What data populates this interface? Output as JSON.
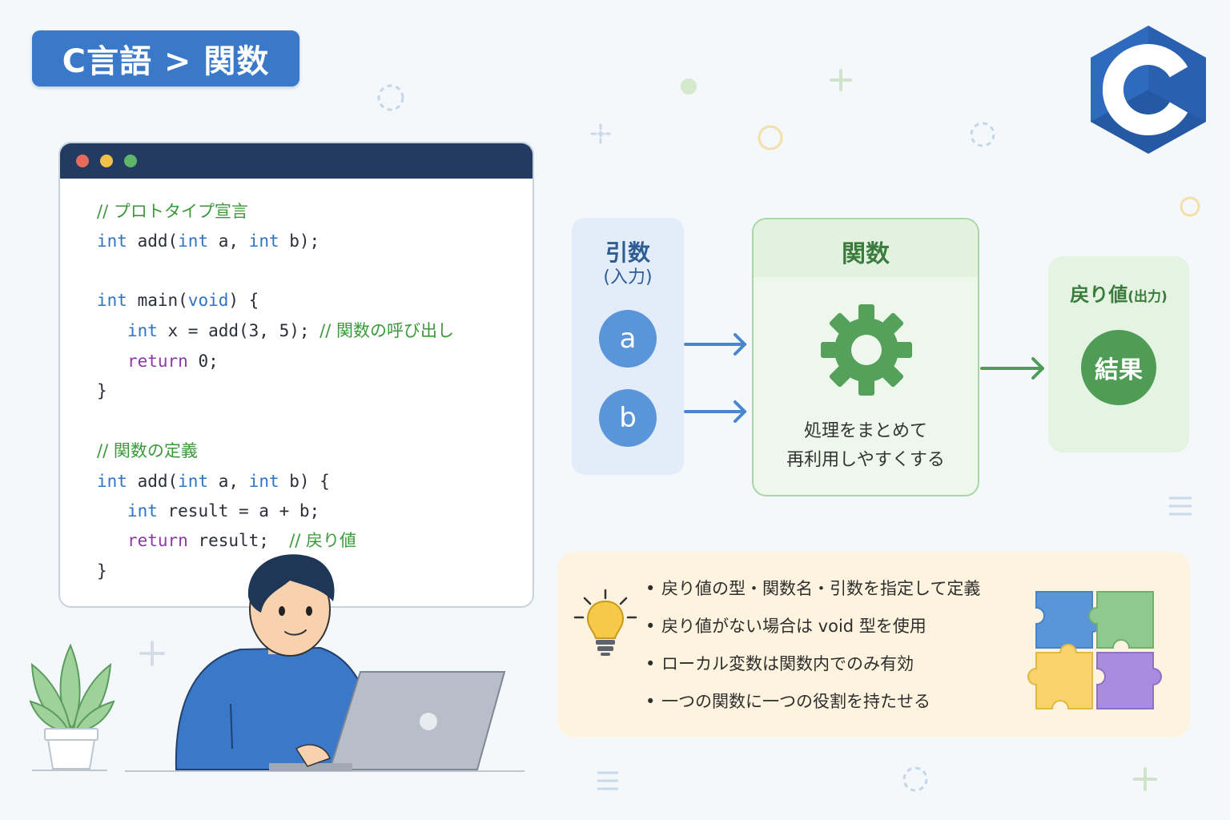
{
  "title": "C言語 > 関数",
  "logo": {
    "letter": "C",
    "color": "#2e6bbf"
  },
  "code": {
    "lines": [
      [
        {
          "t": "// プロトタイプ宣言",
          "c": "cm"
        }
      ],
      [
        {
          "t": "int",
          "c": "kw"
        },
        {
          "t": " add("
        },
        {
          "t": "int",
          "c": "kw"
        },
        {
          "t": " a, "
        },
        {
          "t": "int",
          "c": "kw"
        },
        {
          "t": " b);"
        }
      ],
      [],
      [
        {
          "t": "int",
          "c": "kw"
        },
        {
          "t": " main("
        },
        {
          "t": "void",
          "c": "kw"
        },
        {
          "t": ") {"
        }
      ],
      [
        {
          "t": "   "
        },
        {
          "t": "int",
          "c": "kw"
        },
        {
          "t": " x = add(3, 5); "
        },
        {
          "t": "// 関数の呼び出し",
          "c": "cm"
        }
      ],
      [
        {
          "t": "   "
        },
        {
          "t": "return",
          "c": "kp"
        },
        {
          "t": " 0;"
        }
      ],
      [
        {
          "t": "}"
        }
      ],
      [],
      [
        {
          "t": "// 関数の定義",
          "c": "cm"
        }
      ],
      [
        {
          "t": "int",
          "c": "kw"
        },
        {
          "t": " add("
        },
        {
          "t": "int",
          "c": "kw"
        },
        {
          "t": " a, "
        },
        {
          "t": "int",
          "c": "kw"
        },
        {
          "t": " b) {"
        }
      ],
      [
        {
          "t": "   "
        },
        {
          "t": "int",
          "c": "kw"
        },
        {
          "t": " result = a + b;"
        }
      ],
      [
        {
          "t": "   "
        },
        {
          "t": "return",
          "c": "kp"
        },
        {
          "t": " result;  "
        },
        {
          "t": "// 戻り値",
          "c": "cm"
        }
      ],
      [
        {
          "t": "}"
        }
      ]
    ]
  },
  "diagram": {
    "input_title": "引数",
    "input_subtitle": "(入力)",
    "args": [
      "a",
      "b"
    ],
    "function_title": "関数",
    "function_desc_1": "処理をまとめて",
    "function_desc_2": "再利用しやすくする",
    "output_title": "戻り値",
    "output_subtitle": "(出力)",
    "result": "結果"
  },
  "tips": [
    "戻り値の型・関数名・引数を指定して定義",
    "戻り値がない場合は void 型を使用",
    "ローカル変数は関数内でのみ有効",
    "一つの関数に一つの役割を持たせる"
  ],
  "colors": {
    "accent_blue": "#3a78c9",
    "accent_green": "#4e9c55",
    "keyword": "#2e74c9",
    "keyword_purple": "#8b3aa8",
    "comment": "#3a9a3a"
  }
}
